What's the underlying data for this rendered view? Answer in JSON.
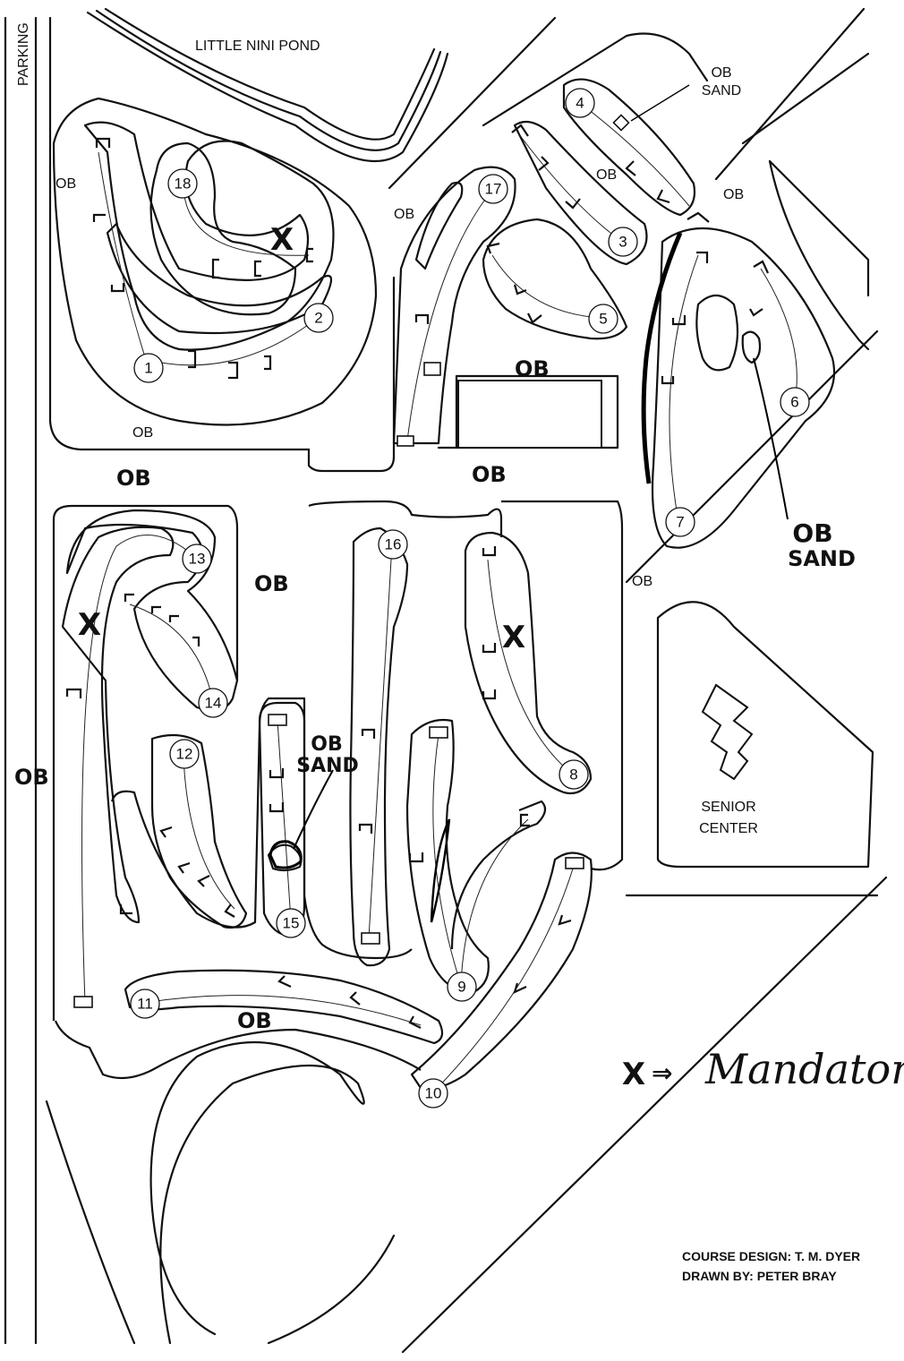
{
  "map": {
    "pond_label": "LITTLE NINI POND",
    "parking_label": "PARKING",
    "senior_center_line1": "SENIOR",
    "senior_center_line2": "CENTER",
    "ob": "OB",
    "sand": "SAND",
    "ob_sand_line1": "OB",
    "ob_sand_line2": "SAND",
    "holes": [
      "1",
      "2",
      "3",
      "4",
      "5",
      "6",
      "7",
      "8",
      "9",
      "10",
      "11",
      "12",
      "13",
      "14",
      "15",
      "16",
      "17",
      "18"
    ],
    "mandatory_symbol": "X",
    "legend_arrow": "⇒",
    "legend_text": "Mandatory",
    "credit_design": "COURSE DESIGN: T. M. DYER",
    "credit_drawn": "DRAWN BY: PETER BRAY"
  }
}
